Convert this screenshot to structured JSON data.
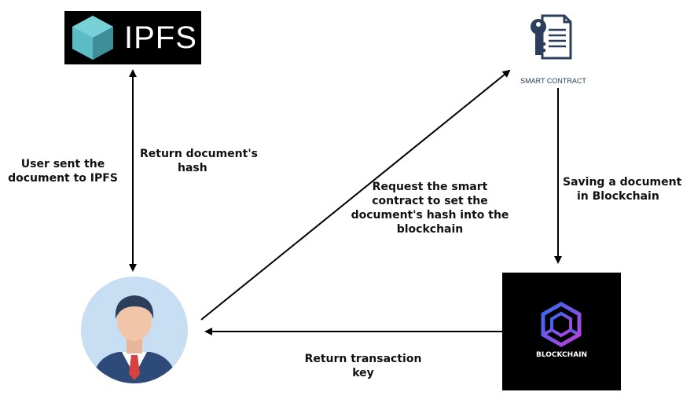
{
  "nodes": {
    "ipfs": {
      "label": "IPFS"
    },
    "smart_contract": {
      "label": "SMART CONTRACT"
    },
    "blockchain": {
      "label": "BLOCKCHAIN"
    }
  },
  "edges": {
    "user_to_ipfs": "User sent the document to IPFS",
    "ipfs_to_user": "Return document's hash",
    "user_to_contract": "Request the smart contract to set the document's hash into the blockchain",
    "contract_to_blockchain": "Saving a document in Blockchain",
    "blockchain_to_user": "Return transaction key"
  },
  "lines": {
    "user_to_ipfs": [
      "User sent the",
      "document to IPFS"
    ],
    "ipfs_to_user": [
      "Return document's",
      "hash"
    ],
    "user_to_contract": [
      "Request the smart",
      "contract to set the",
      "document's hash into the",
      "blockchain"
    ],
    "contract_to_blockchain": [
      "Saving a document",
      "in Blockchain"
    ],
    "blockchain_to_user": [
      "Return transaction",
      "key"
    ]
  },
  "colors": {
    "ipfs_cube": "#5fc0c8",
    "blockchain_gradient": [
      "#2d6cf0",
      "#c23fe0"
    ],
    "user_circle": "#c7def3",
    "suit": "#2e4a78",
    "tie": "#d9413f",
    "arrow": "#000000"
  }
}
